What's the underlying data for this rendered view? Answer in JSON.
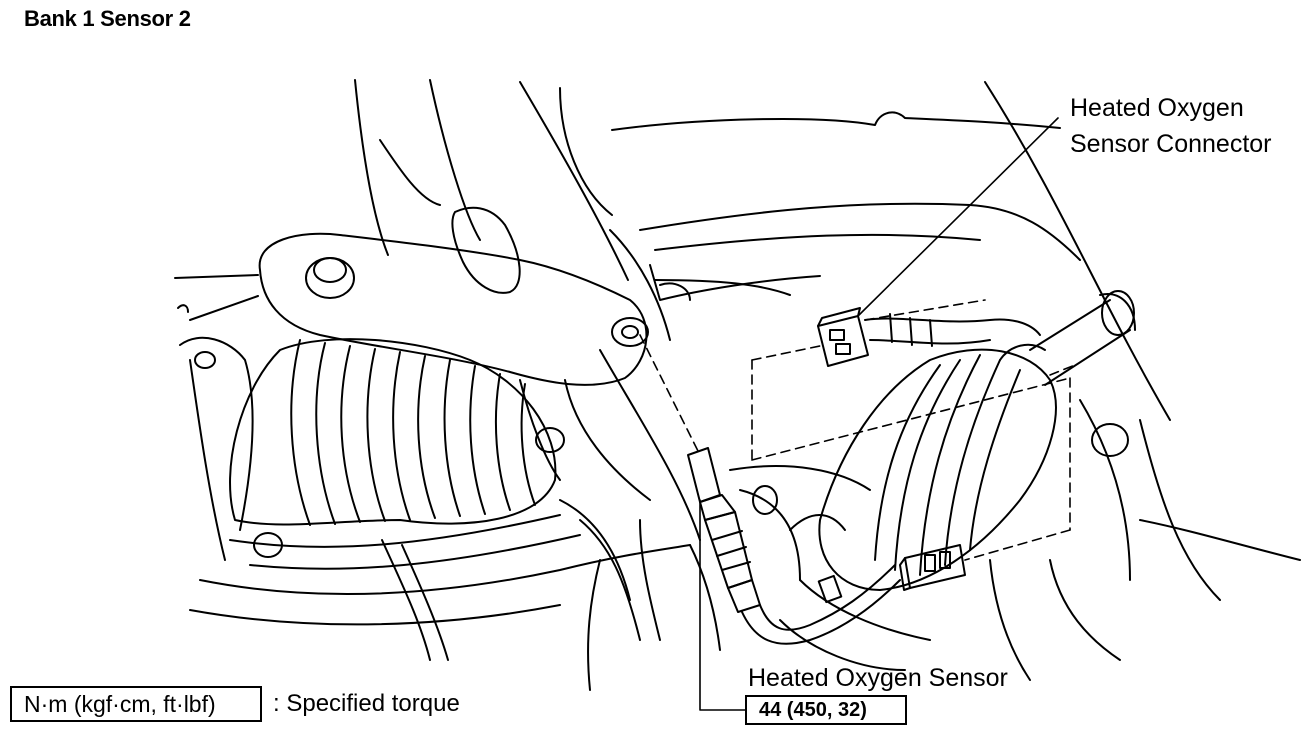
{
  "title": "Bank 1 Sensor 2",
  "labels": {
    "connector_line1": "Heated Oxygen",
    "connector_line2": "Sensor Connector",
    "sensor": "Heated Oxygen Sensor",
    "torque_value": "44 (450, 32)"
  },
  "legend": {
    "unit_box": "N·m (kgf·cm, ft·lbf)",
    "description": ": Specified torque"
  },
  "colors": {
    "ink": "#000000",
    "background": "#ffffff"
  }
}
